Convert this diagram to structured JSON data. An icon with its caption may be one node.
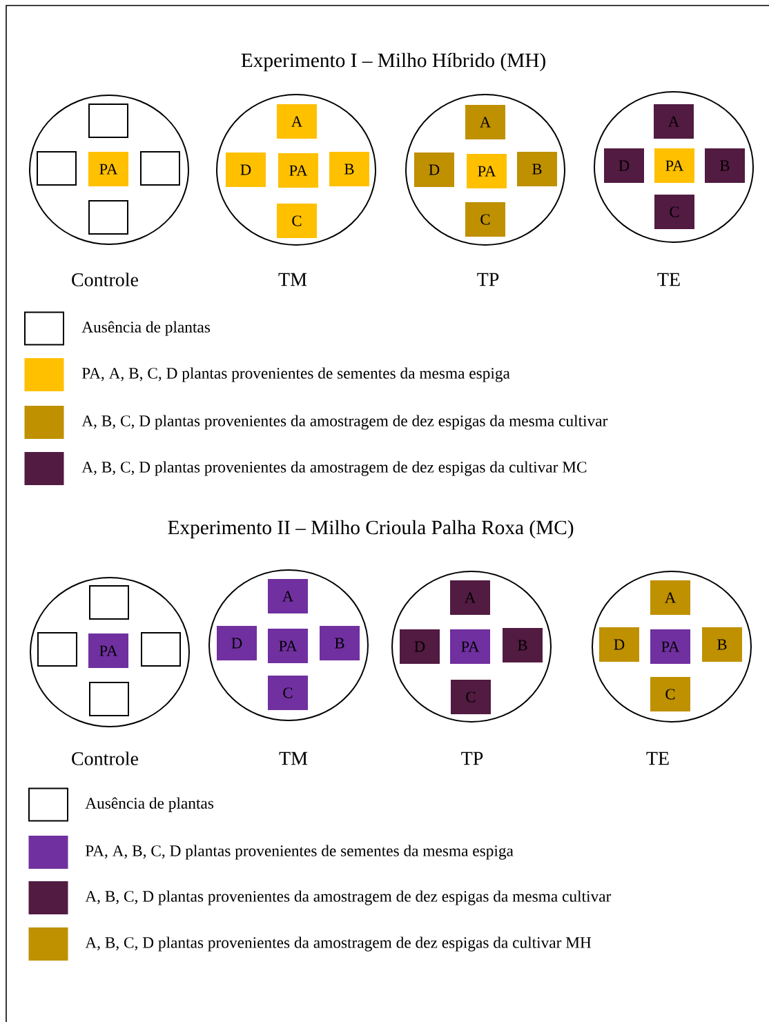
{
  "diagram": {
    "title": "Experimento I – Milho Híbrido (MH)",
    "nodes": [
      {
        "text": [],
        "shape": "circle",
        "beside": [
          "Controle"
        ]
      },
      {
        "text": [],
        "shape": "box",
        "in": 0
      },
      {
        "text": [],
        "shape": "box",
        "in": 0
      },
      {
        "text": [
          "PA"
        ],
        "in": 0
      },
      {
        "text": [],
        "shape": "box",
        "in": 0
      },
      {
        "text": [],
        "shape": "box",
        "in": 0
      },
      {
        "text": [],
        "shape": "circle",
        "beside": [
          "TM"
        ]
      },
      {
        "text": [
          "A"
        ],
        "in": 6
      },
      {
        "text": [
          "D"
        ],
        "in": 6
      },
      {
        "text": [
          "PA"
        ],
        "in": 6
      },
      {
        "text": [
          "B"
        ],
        "in": 6
      },
      {
        "text": [
          "C"
        ],
        "in": 6
      },
      {
        "text": [],
        "shape": "circle",
        "beside": [
          "TP"
        ]
      },
      {
        "text": [
          "A"
        ],
        "in": 12
      },
      {
        "text": [
          "D"
        ],
        "in": 12
      },
      {
        "text": [
          "PA"
        ],
        "in": 12
      },
      {
        "text": [
          "B"
        ],
        "in": 12
      },
      {
        "text": [
          "C"
        ],
        "in": 12
      },
      {
        "text": [],
        "shape": "circle",
        "beside": [
          "TE"
        ]
      },
      {
        "text": [
          "A"
        ],
        "in": 18
      },
      {
        "text": [
          "D"
        ],
        "in": 18
      },
      {
        "text": [
          "PA"
        ],
        "in": 18
      },
      {
        "text": [
          "B"
        ],
        "in": 18
      },
      {
        "text": [
          "C"
        ],
        "in": 18
      },
      {
        "text": [],
        "shape": "circle",
        "beside": [
          "Controle"
        ]
      },
      {
        "text": [],
        "shape": "box",
        "in": 24
      },
      {
        "text": [],
        "shape": "box",
        "in": 24
      },
      {
        "text": [
          "PA"
        ],
        "in": 24
      },
      {
        "text": [],
        "shape": "box",
        "in": 24
      },
      {
        "text": [],
        "shape": "box",
        "in": 24
      },
      {
        "text": [],
        "shape": "circle",
        "beside": [
          "TM"
        ]
      },
      {
        "text": [
          "A"
        ],
        "in": 30
      },
      {
        "text": [
          "D"
        ],
        "in": 30
      },
      {
        "text": [
          "PA"
        ],
        "in": 30
      },
      {
        "text": [
          "B"
        ],
        "in": 30
      },
      {
        "text": [
          "C"
        ],
        "in": 30
      },
      {
        "text": [],
        "shape": "circle",
        "beside": [
          "TP"
        ]
      },
      {
        "text": [
          "A"
        ],
        "in": 36
      },
      {
        "text": [
          "D"
        ],
        "in": 36
      },
      {
        "text": [
          "PA"
        ],
        "in": 36
      },
      {
        "text": [
          "B"
        ],
        "in": 36
      },
      {
        "text": [
          "C"
        ],
        "in": 36
      },
      {
        "text": [],
        "shape": "circle",
        "beside": [
          "TE"
        ]
      },
      {
        "text": [
          "A"
        ],
        "in": 42
      },
      {
        "text": [
          "D"
        ],
        "in": 42
      },
      {
        "text": [
          "PA"
        ],
        "in": 42
      },
      {
        "text": [
          "B"
        ],
        "in": 42
      },
      {
        "text": [
          "C"
        ],
        "in": 42
      }
    ],
    "labels": [
      "Experimento II – Milho Crioula Palha Roxa (MC)"
    ],
    "legend": [
      {
        "text": "Ausência de plantas"
      },
      {
        "text": "PA, A, B, C, D plantas provenientes de sementes da mesma espiga",
        "color": "#ffc000"
      },
      {
        "text": "A, B, C, D plantas provenientes da amostragem de dez espigas da mesma cultivar",
        "color": "#bf9000"
      },
      {
        "text": "A, B, C, D plantas provenientes da amostragem de dez espigas da cultivar MC",
        "color": "#521b41"
      },
      {
        "text": "Ausência de plantas"
      },
      {
        "text": "PA, A, B, C, D plantas provenientes de sementes da mesma espiga",
        "color": "#7030a0"
      },
      {
        "text": "A, B, C, D plantas provenientes da amostragem de dez espigas da mesma cultivar",
        "color": "#521b41"
      },
      {
        "text": "A, B, C, D plantas provenientes da amostragem de dez espigas da cultivar MH",
        "color": "#bf9000"
      }
    ]
  }
}
